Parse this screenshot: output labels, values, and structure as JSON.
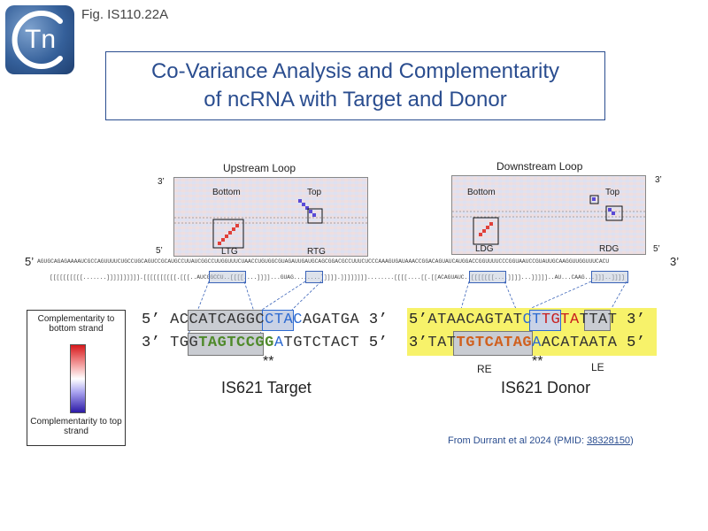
{
  "fig_label": "Fig. IS110.22A",
  "logo_text": "Tn",
  "title": {
    "line1": "Co-Variance Analysis and Complementarity",
    "line2": "of ncRNA with Target and Donor"
  },
  "upstream": {
    "title": "Upstream Loop",
    "prime3": "3’",
    "prime5": "5’",
    "bottom_label": "Bottom",
    "top_label": "Top",
    "ltg_label": "LTG",
    "rtg_label": "RTG"
  },
  "downstream": {
    "title": "Downstream Loop",
    "prime3": "3’",
    "prime5": "5’",
    "bottom_label": "Bottom",
    "top_label": "Top",
    "ldg_label": "LDG",
    "rdg_label": "RDG"
  },
  "rna": {
    "prime5": "5’",
    "prime3": "3’",
    "sequence": "AGUGCAGAGAAAAUCGCCAGUUUUCUGCCUGCAGUCCGCAUGCCUUAUCGGCCUUGGUUUCUAACCUGUGGCGUAGAUUGAUGCAGCGGACGCCUUUCUCCCAAAGUGAUAAACCGGACAGUAUCAUGGACCGGUUUUCCCGGUAAUCCGUAUUGCAAGGUUGGUUUCACU",
    "structure": "[[[[[[[[[[.......]]]]]]]]]].[[[[[[[[[[.[[[..AUCGGCCU..[[[[....]]]]...GUAG........]]]]].]]]]]]]]........[[[[....[[.[[ACAGUAUC..[[[[[[[....]]]]...]]]]]..AU...CAAG...]]]..]]]]"
  },
  "legend": {
    "top_text": "Complementarity to bottom strand",
    "bottom_text": "Complementarity to top strand",
    "colors": {
      "max": "#d7191c",
      "mid": "#ffffff",
      "min": "#2c1aa6"
    }
  },
  "target": {
    "top_prime5": "5’",
    "top_seq_a": "ACCATCAGGC",
    "top_seq_b": "CTAC",
    "top_seq_c": "AGATGA",
    "top_prime3": "3’",
    "bottom_prime3": "3’",
    "bottom_seq_a": "TGG",
    "bottom_seq_b": "TAGTCCGG",
    "bottom_seq_c": "A",
    "bottom_seq_d": "TGTCTACT",
    "bottom_prime5": "5’",
    "stars": "**",
    "caption": "IS621 Target"
  },
  "donor": {
    "top_prime5": "5’",
    "top_seq_a": "ATAACAGTAT",
    "top_seq_b": "CT",
    "top_seq_c": "TG",
    "top_seq_d": "TA",
    "top_seq_e": "T",
    "top_seq_f": "TAT",
    "top_prime3": "3’",
    "bottom_prime3": "3’",
    "bottom_seq_a": "TAT",
    "bottom_seq_b": "TGTCATAG",
    "bottom_seq_c": "A",
    "bottom_seq_d": "ACATAATA",
    "bottom_prime5": "5’",
    "stars": "**",
    "re_label": "RE",
    "le_label": "LE",
    "caption": "IS621 Donor"
  },
  "credit": {
    "text": "From Durrant et al 2024 (PMID: ",
    "link": "38328150",
    "close": ")"
  },
  "colors": {
    "title_blue": "#2a4d8f",
    "green_seq": "#4f8a2b",
    "blue_seq": "#2e6bd1",
    "orange_seq": "#d0601e",
    "red_seq": "#c81e1e",
    "yellow_bg": "#f7f26a",
    "box_grey": "#c9ccd2"
  }
}
